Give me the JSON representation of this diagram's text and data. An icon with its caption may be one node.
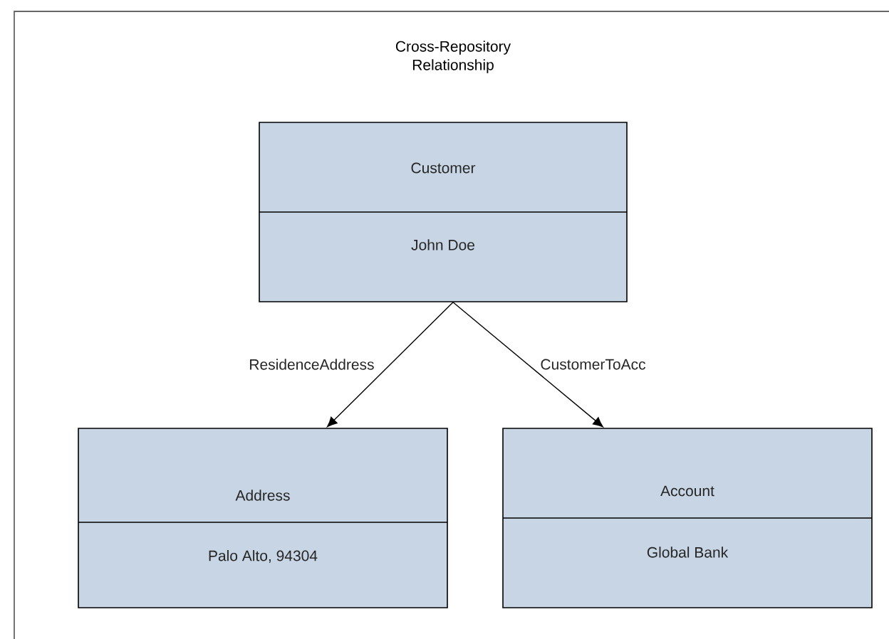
{
  "diagram": {
    "title": "Cross-Repository Relationship",
    "nodes": [
      {
        "text": [
          "Customer",
          "John Doe"
        ]
      },
      {
        "text": [
          "Address",
          "Palo Alto, 94304"
        ]
      },
      {
        "text": [
          "Account",
          "Global Bank"
        ]
      }
    ],
    "edges": [
      {
        "from": 0,
        "to": 1,
        "arrow": "to",
        "label": "ResidenceAddress"
      },
      {
        "from": 0,
        "to": 2,
        "arrow": "to",
        "label": "CustomerToAcc"
      }
    ]
  }
}
